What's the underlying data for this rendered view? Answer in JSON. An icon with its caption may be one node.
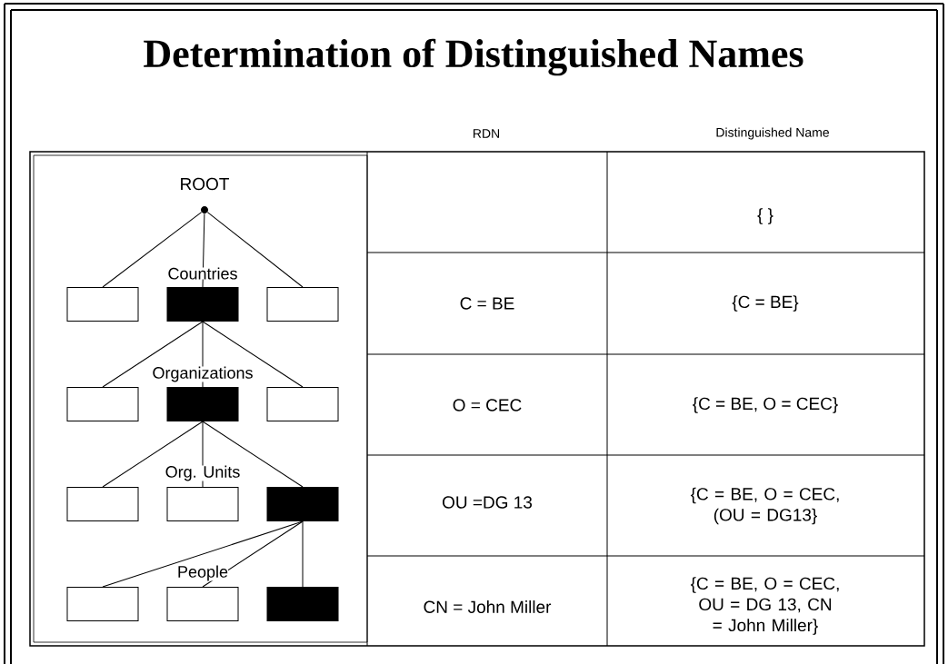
{
  "diagram": {
    "title": "Determination of Distinguished Names",
    "nodes": [
      {
        "text": [],
        "shape": "circle",
        "beside": [
          "ROOT"
        ]
      },
      {
        "text": [],
        "shape": "box"
      },
      {
        "text": [],
        "shape": "box"
      },
      {
        "text": [],
        "shape": "box"
      },
      {
        "text": [],
        "shape": "box"
      },
      {
        "text": [],
        "shape": "box"
      },
      {
        "text": [],
        "shape": "box"
      },
      {
        "text": [],
        "shape": "box"
      },
      {
        "text": [],
        "shape": "box"
      },
      {
        "text": [],
        "shape": "box"
      },
      {
        "text": [],
        "shape": "box"
      },
      {
        "text": [],
        "shape": "box"
      },
      {
        "text": [],
        "shape": "box"
      }
    ],
    "edges": [
      {
        "from": 0,
        "to": 1,
        "arrow": "none"
      },
      {
        "from": 0,
        "to": 2,
        "arrow": "none"
      },
      {
        "from": 0,
        "to": 3,
        "arrow": "none"
      },
      {
        "from": 2,
        "to": 4,
        "arrow": "none"
      },
      {
        "from": 2,
        "to": 5,
        "arrow": "none"
      },
      {
        "from": 2,
        "to": 6,
        "arrow": "none"
      },
      {
        "from": 5,
        "to": 7,
        "arrow": "none"
      },
      {
        "from": 5,
        "to": 8,
        "arrow": "none"
      },
      {
        "from": 5,
        "to": 9,
        "arrow": "none"
      },
      {
        "from": 9,
        "to": 10,
        "arrow": "none"
      },
      {
        "from": 9,
        "to": 11,
        "arrow": "none"
      },
      {
        "from": 9,
        "to": 12,
        "arrow": "none"
      }
    ],
    "labels": [
      "RDN",
      "Distinguished Name",
      "{  }",
      "Countries",
      "C = BE",
      "{C = BE}",
      "Organizations",
      "O = CEC",
      "{C = BE, O = CEC}",
      "Org. Units",
      "OU =DG 13",
      "{C = BE, O = CEC, (OU = DG13}",
      "People",
      "CN = John Miller",
      "{C = BE, O = CEC, OU = DG 13, CN = John Miller}"
    ]
  }
}
